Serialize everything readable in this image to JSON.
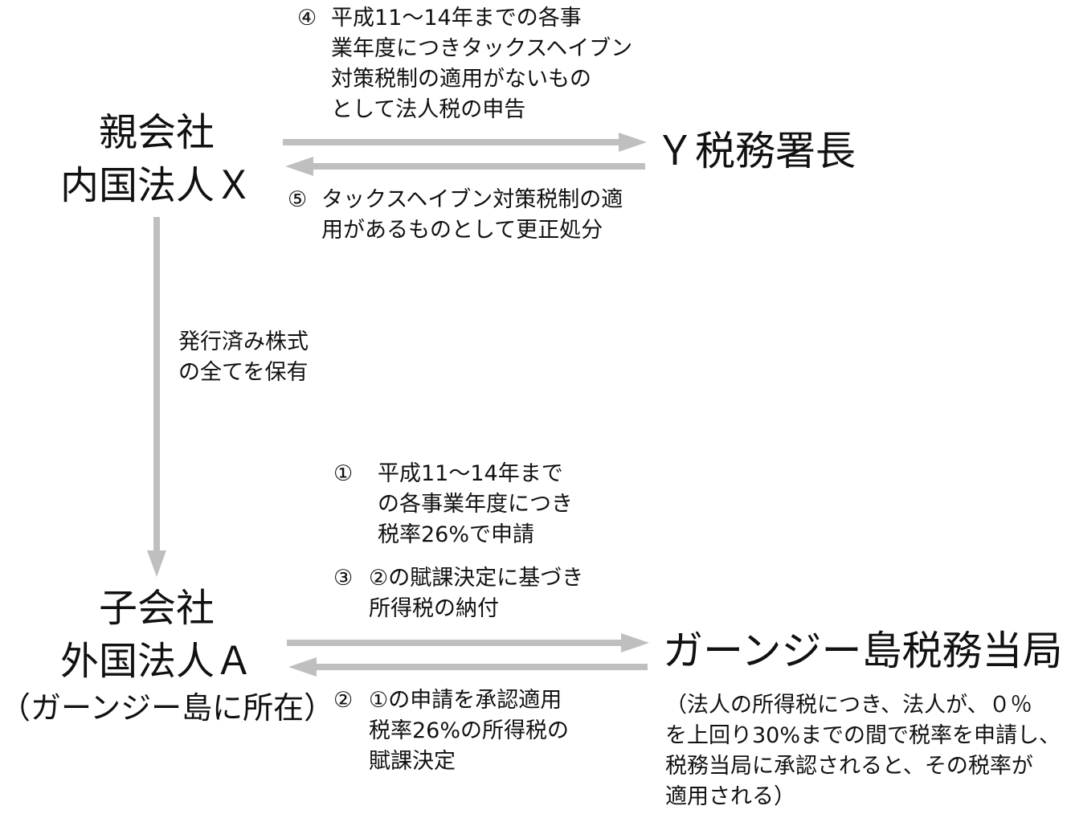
{
  "parent": {
    "line1": "親会社",
    "line2": "内国法人Ｘ"
  },
  "tax_office": "Ｙ税務署長",
  "step4": {
    "num": "④",
    "lines": [
      "平成11～14年までの各事",
      "業年度につきタックスヘイブン",
      "対策税制の適用がないもの",
      "として法人税の申告"
    ]
  },
  "step5": {
    "num": "⑤",
    "lines": [
      "タックスヘイブン対策税制の適",
      "用があるものとして更正処分"
    ]
  },
  "ownership": {
    "lines": [
      "発行済み株式",
      "の全てを保有"
    ]
  },
  "subsidiary": {
    "line1": "子会社",
    "line2": "外国法人Ａ",
    "line3": "（ガーンジー島に所在）"
  },
  "guernsey": "ガーンジー島税務当局",
  "step1": {
    "num": "①",
    "lines": [
      "平成11～14年まで",
      "の各事業年度につき",
      "税率26%で申請"
    ]
  },
  "step3": {
    "num": "③",
    "lines": [
      "②の賦課決定に基づき",
      "所得税の納付"
    ]
  },
  "step2": {
    "num": "②",
    "lines": [
      "①の申請を承認適用",
      "税率26%の所得税の",
      "賦課決定"
    ]
  },
  "note": {
    "lines": [
      "（法人の所得税につき、法人が、０％",
      "を上回り30%までの間で税率を申請し、",
      "税務当局に承認されると、その税率が",
      "適用される）"
    ]
  },
  "colors": {
    "arrow": "#bfbfbf",
    "text": "#111111"
  }
}
